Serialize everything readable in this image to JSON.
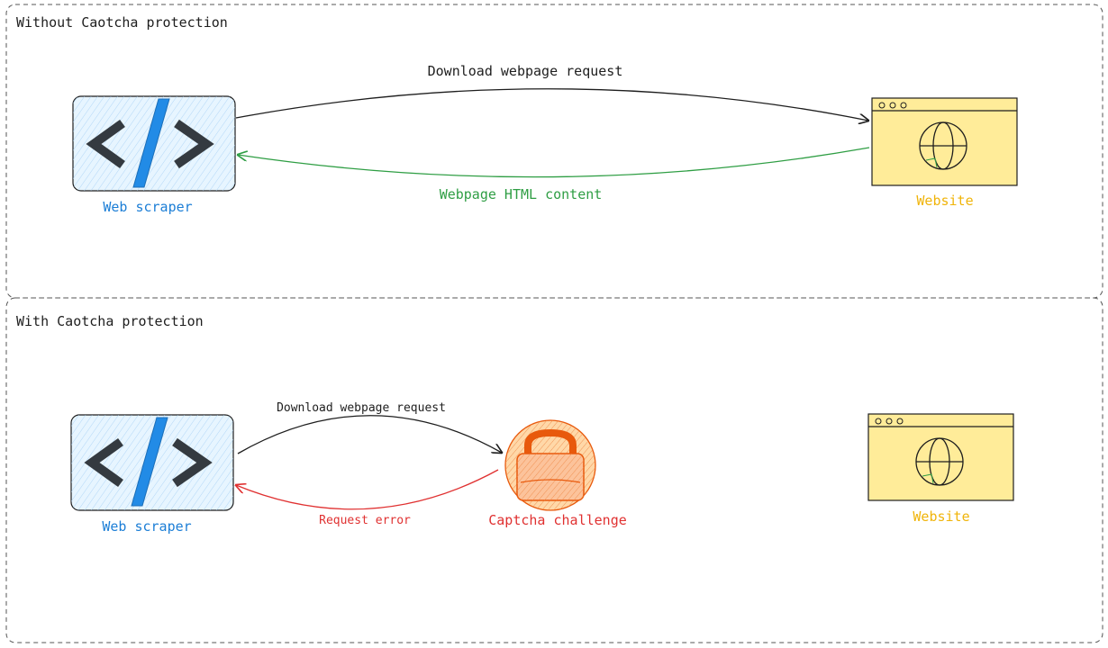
{
  "sections": {
    "without": {
      "title": "Without Caotcha protection"
    },
    "with": {
      "title": "With Caotcha protection"
    }
  },
  "top": {
    "scraper_label": "Web scraper",
    "website_label": "Website",
    "request_label": "Download webpage request",
    "response_label": "Webpage HTML content"
  },
  "bottom": {
    "scraper_label": "Web scraper",
    "website_label": "Website",
    "captcha_label": "Captcha challenge",
    "request_label": "Download webpage request",
    "error_label": "Request error"
  },
  "colors": {
    "stroke": "#1e1e1e",
    "scraper_fill": "#e7f5ff",
    "scraper_slash": "#228be6",
    "code_glyph": "#343a40",
    "website_fill": "#ffec99",
    "website_label": "#f0b40a",
    "success": "#2f9e44",
    "error": "#e03131",
    "captcha_fill": "#ffd8a8",
    "captcha_stroke": "#e8590c",
    "border": "#555555"
  },
  "icons": {
    "scraper": "code-brackets-icon",
    "website": "browser-window-icon",
    "globe": "globe-icon",
    "captcha": "padlock-icon"
  }
}
